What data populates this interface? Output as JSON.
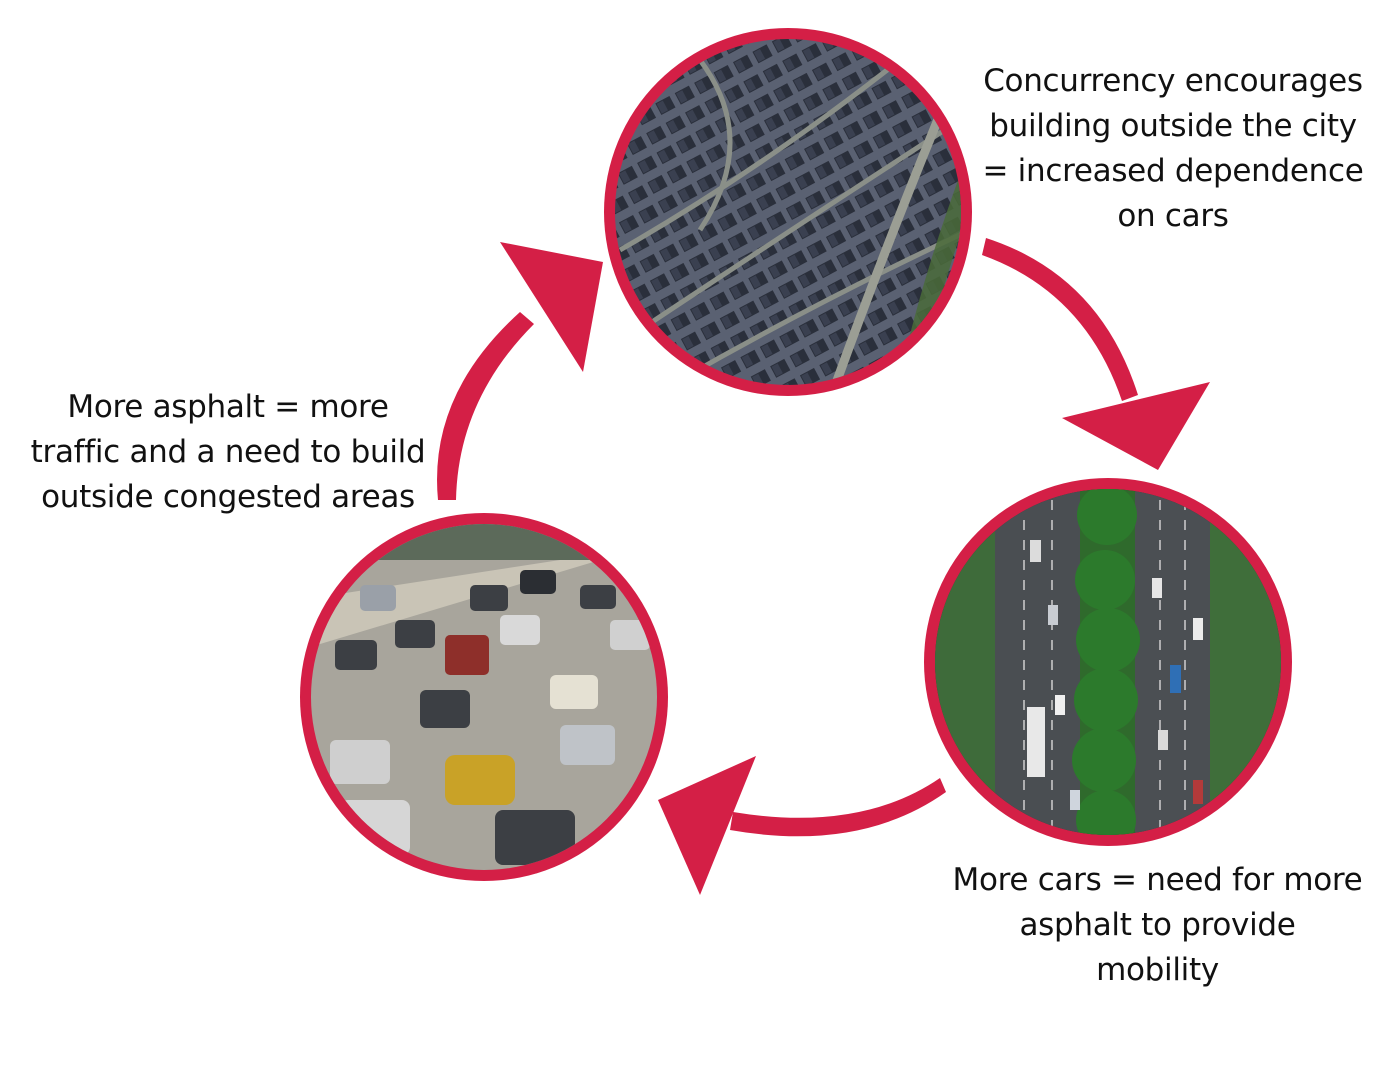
{
  "diagram": {
    "accent_color": "#d41f46",
    "cycle": [
      {
        "image": "aerial-suburban-subdivision-photo",
        "caption_lines": [
          "Concurrency encourages",
          "building outside the city",
          "= increased dependence",
          "on  cars"
        ]
      },
      {
        "image": "aerial-multi-lane-highway-photo",
        "caption_lines": [
          "More cars = need for more",
          "asphalt to provide",
          "mobility"
        ]
      },
      {
        "image": "congested-freeway-traffic-photo",
        "caption_lines": [
          "More asphalt = more",
          "traffic and a need to build",
          "outside congested areas"
        ]
      }
    ]
  }
}
